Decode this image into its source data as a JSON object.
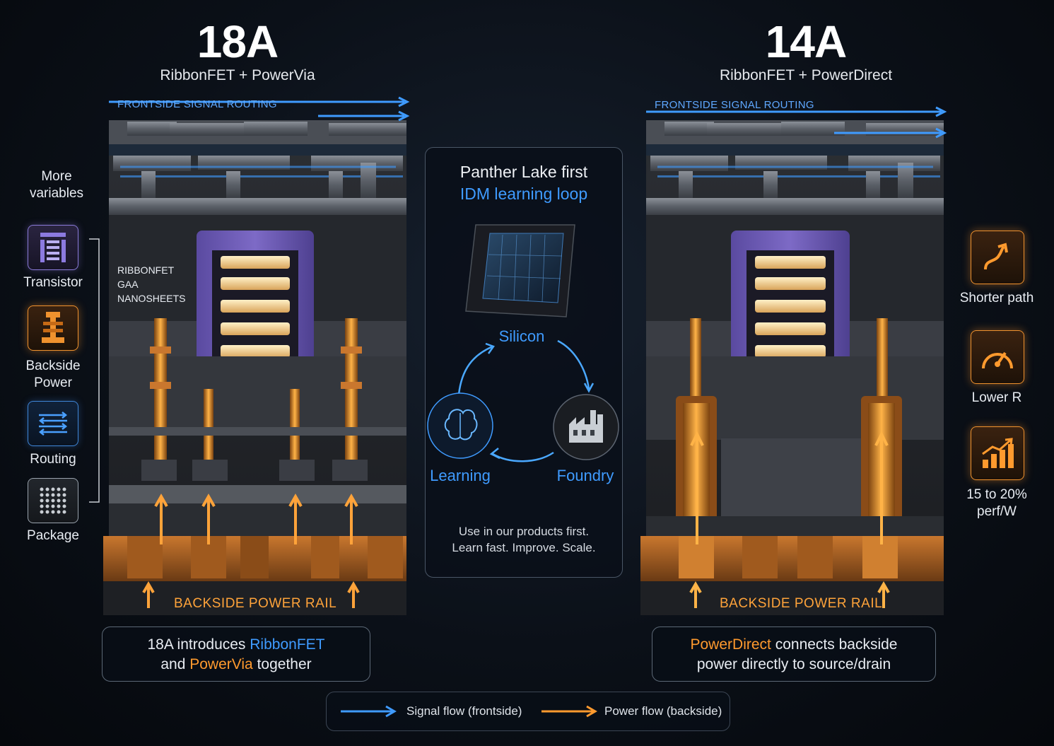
{
  "left": {
    "title": "18A",
    "subtitle": "RibbonFET + PowerVia",
    "frontside_label": "FRONTSIDE SIGNAL ROUTING",
    "ribbon_label_1": "RIBBONFET",
    "ribbon_label_2": "GAA",
    "ribbon_label_3": "NANOSHEETS",
    "rail_label": "BACKSIDE POWER RAIL",
    "caption_pre": "18A introduces ",
    "caption_hl1": "RibbonFET",
    "caption_mid": "and ",
    "caption_hl2": "PowerVia",
    "caption_post": " together"
  },
  "right": {
    "title": "14A",
    "subtitle": "RibbonFET + PowerDirect",
    "frontside_label": "FRONTSIDE SIGNAL ROUTING",
    "rail_label": "BACKSIDE POWER RAIL",
    "caption_hl": "PowerDirect",
    "caption_line1_rest": " connects backside",
    "caption_line2": "power directly to source/drain"
  },
  "variables": {
    "heading_1": "More",
    "heading_2": "variables",
    "items": [
      {
        "label": "Transistor",
        "icon": "transistor-stack-icon"
      },
      {
        "label_1": "Backside",
        "label_2": "Power",
        "icon": "backside-power-icon"
      },
      {
        "label": "Routing",
        "icon": "routing-arrows-icon"
      },
      {
        "label": "Package",
        "icon": "package-grid-icon"
      }
    ]
  },
  "benefits": {
    "items": [
      {
        "label": "Shorter path",
        "icon": "shorter-path-icon"
      },
      {
        "label": "Lower R",
        "icon": "gauge-icon"
      },
      {
        "label_1": "15 to 20%",
        "label_2": "perf/W",
        "icon": "growth-chart-icon"
      }
    ]
  },
  "loop": {
    "title_1": "Panther Lake first",
    "title_2": "IDM learning loop",
    "node_silicon": "Silicon",
    "node_learning": "Learning",
    "node_foundry": "Foundry",
    "footer_1": "Use in our products first.",
    "footer_2": "Learn fast. Improve. Scale."
  },
  "legend": {
    "signal": "Signal flow (frontside)",
    "power": "Power flow (backside)"
  },
  "colors": {
    "signal_blue": "#3f9bff",
    "power_orange": "#ff9a2e",
    "gate_purple": "#6b58b0"
  }
}
